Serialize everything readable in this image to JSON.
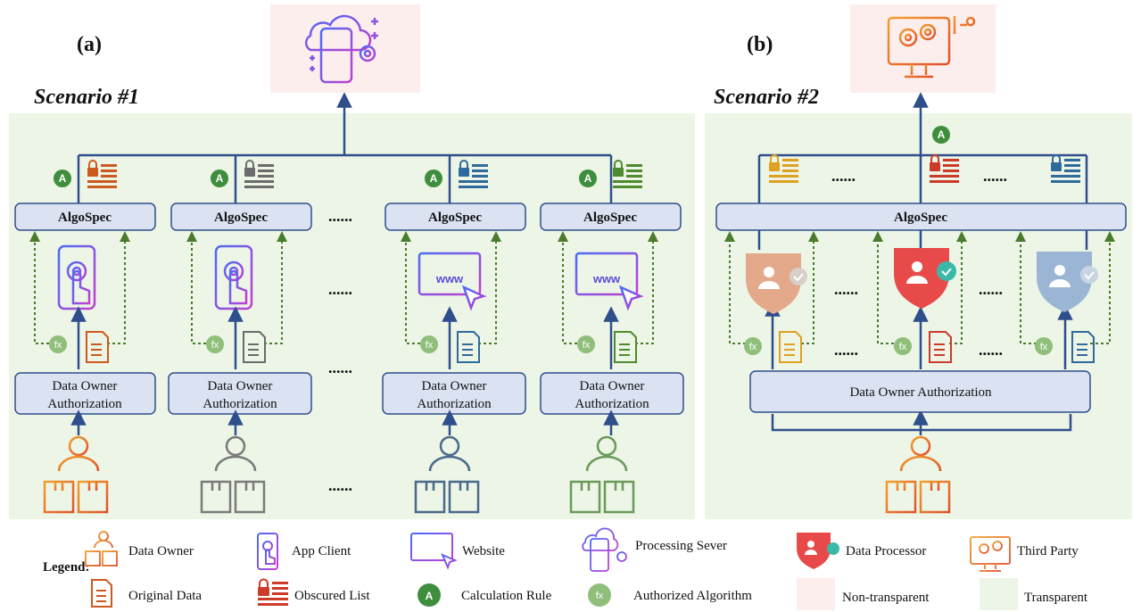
{
  "panel_a": {
    "label": "(a)",
    "scenario": "Scenario #1",
    "algospec": "AlgoSpec",
    "data_owner_line1": "Data Owner",
    "data_owner_line2": "Authorization",
    "ellipsis": "......",
    "rule_letter": "A",
    "alg_symbol": "fx"
  },
  "panel_b": {
    "label": "(b)",
    "scenario": "Scenario #2",
    "algospec": "AlgoSpec",
    "data_owner": "Data Owner Authorization",
    "ellipsis": "......"
  },
  "www_text": "www",
  "legend": {
    "title": "Legend:",
    "data_owner": "Data Owner",
    "app_client": "App Client",
    "website": "Website",
    "processing_server": "Processing Sever",
    "data_processor": "Data Processor",
    "third_party": "Third Party",
    "original_data": "Original Data",
    "obscured_list": "Obscured List",
    "calculation_rule": "Calculation Rule",
    "authorized_algorithm": "Authorized Algorithm",
    "non_transparent": "Non-transparent",
    "transparent": "Transparent"
  },
  "colors": {
    "transparent_bg": "#edf5e6",
    "non_transparent_bg": "#fdeeee",
    "line_blue": "#2f4e8c",
    "algo_box": "#dbe3f3",
    "green_arrow": "#4a7c2e",
    "orange": "#d2691e",
    "gray": "#6b6b6b",
    "blue": "#2f6a9c",
    "green": "#4e8a2e",
    "purple": "#8a3fc8",
    "calc_rule_green": "#3e8e3e",
    "fx_green": "#8fbf7a"
  }
}
